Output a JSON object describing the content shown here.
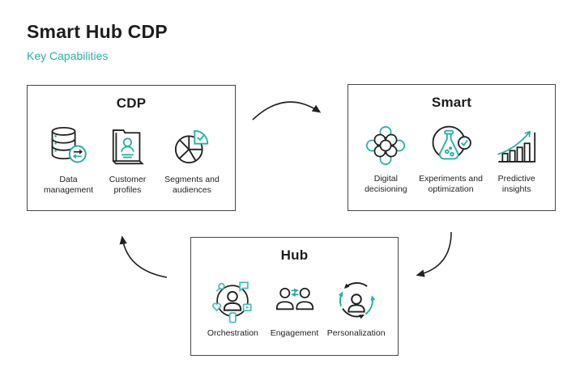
{
  "page": {
    "title": "Smart Hub CDP",
    "subtitle": "Key Capabilities"
  },
  "colors": {
    "accent_teal": "#2aaea5",
    "ink": "#1d1d1b",
    "box_border": "#474747"
  },
  "diagram": {
    "boxes": [
      {
        "id": "cdp",
        "title": "CDP",
        "items": [
          {
            "label": "Data management",
            "icon": "database-sync-icon"
          },
          {
            "label": "Customer profiles",
            "icon": "folder-profile-icon"
          },
          {
            "label": "Segments and audiences",
            "icon": "pie-segments-check-icon"
          }
        ]
      },
      {
        "id": "smart",
        "title": "Smart",
        "items": [
          {
            "label": "Digital decisioning",
            "icon": "decision-nodes-icon"
          },
          {
            "label": "Experiments and optimization",
            "icon": "experiment-flask-check-icon"
          },
          {
            "label": "Predictive insights",
            "icon": "bar-chart-trend-icon"
          }
        ]
      },
      {
        "id": "hub",
        "title": "Hub",
        "items": [
          {
            "label": "Orchestration",
            "icon": "person-channels-icon"
          },
          {
            "label": "Engagement",
            "icon": "people-exchange-icon"
          },
          {
            "label": "Personalization",
            "icon": "person-cycle-icon"
          }
        ]
      }
    ],
    "flow": [
      {
        "from": "CDP",
        "to": "Smart"
      },
      {
        "from": "Smart",
        "to": "Hub"
      },
      {
        "from": "Hub",
        "to": "CDP"
      }
    ]
  }
}
